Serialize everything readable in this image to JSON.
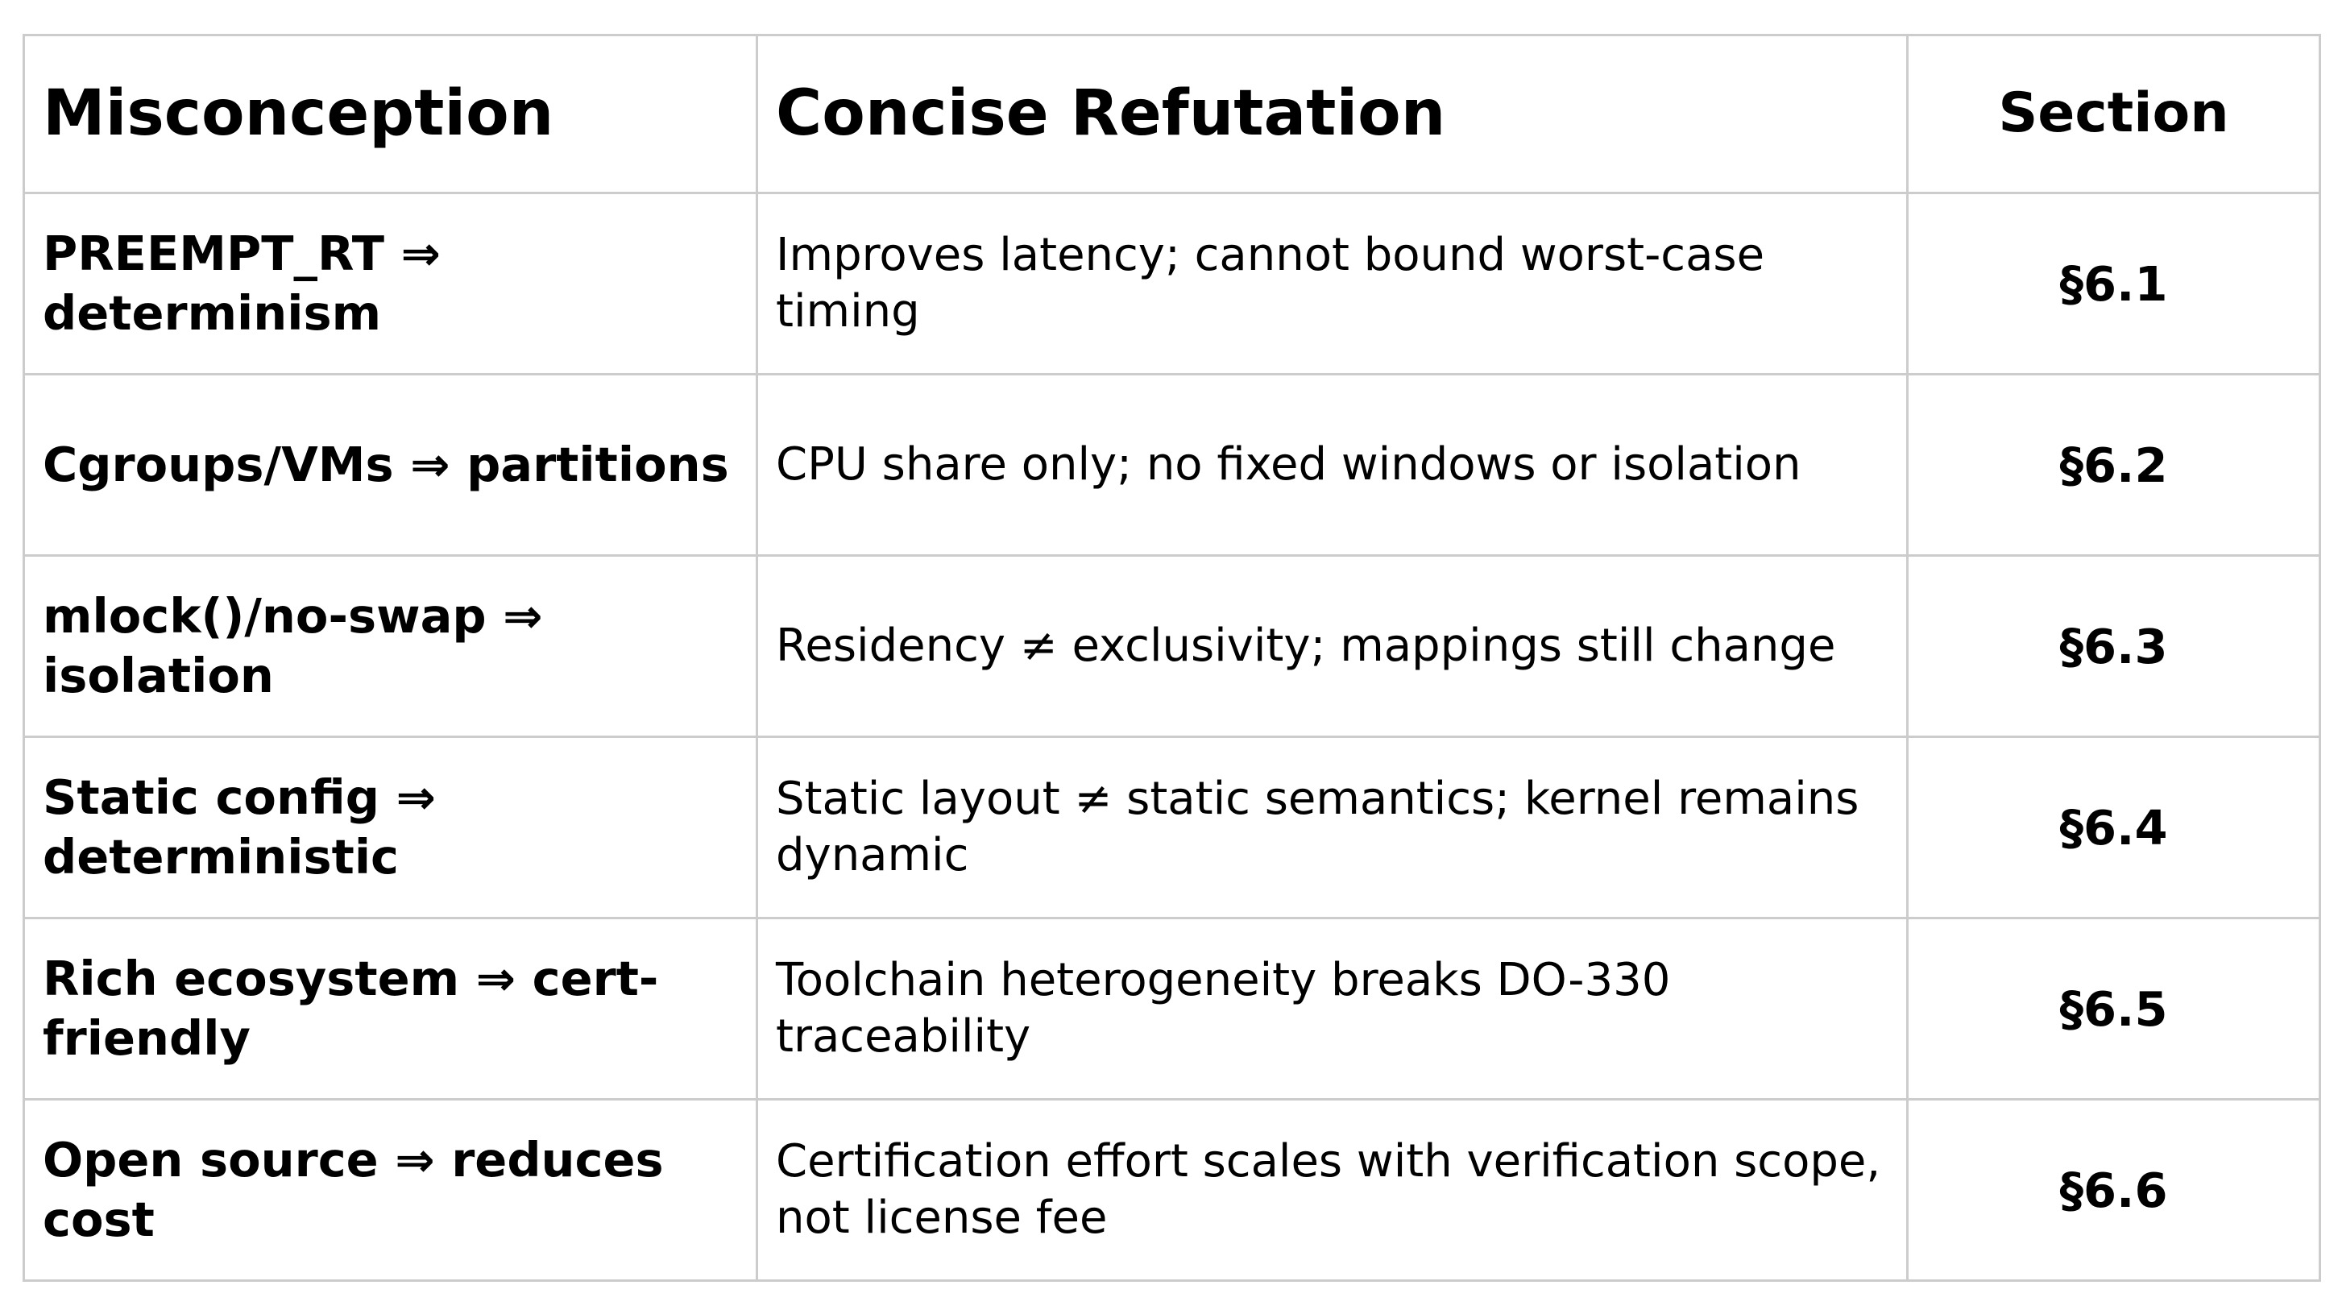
{
  "table": {
    "headers": {
      "misconception": "Misconception",
      "refutation": "Concise Refutation",
      "section": "Section"
    },
    "rows": [
      {
        "misconception": "PREEMPT_RT ⇒ determinism",
        "refutation": "Improves latency; cannot bound worst-case timing",
        "section": "§6.1"
      },
      {
        "misconception": "Cgroups/VMs ⇒ partitions",
        "refutation": "CPU share only; no fixed windows or isolation",
        "section": "§6.2"
      },
      {
        "misconception": "mlock()/no-swap ⇒ isolation",
        "refutation": "Residency ≠ exclusivity; mappings still change",
        "section": "§6.3"
      },
      {
        "misconception": "Static config ⇒ deterministic",
        "refutation": "Static layout ≠ static semantics; kernel remains dynamic",
        "section": "§6.4"
      },
      {
        "misconception": "Rich ecosystem ⇒ cert-friendly",
        "refutation": "Toolchain heterogeneity breaks DO-330 traceability",
        "section": "§6.5"
      },
      {
        "misconception": "Open source ⇒ reduces cost",
        "refutation": "Certification effort scales with verification scope, not license fee",
        "section": "§6.6"
      }
    ]
  }
}
